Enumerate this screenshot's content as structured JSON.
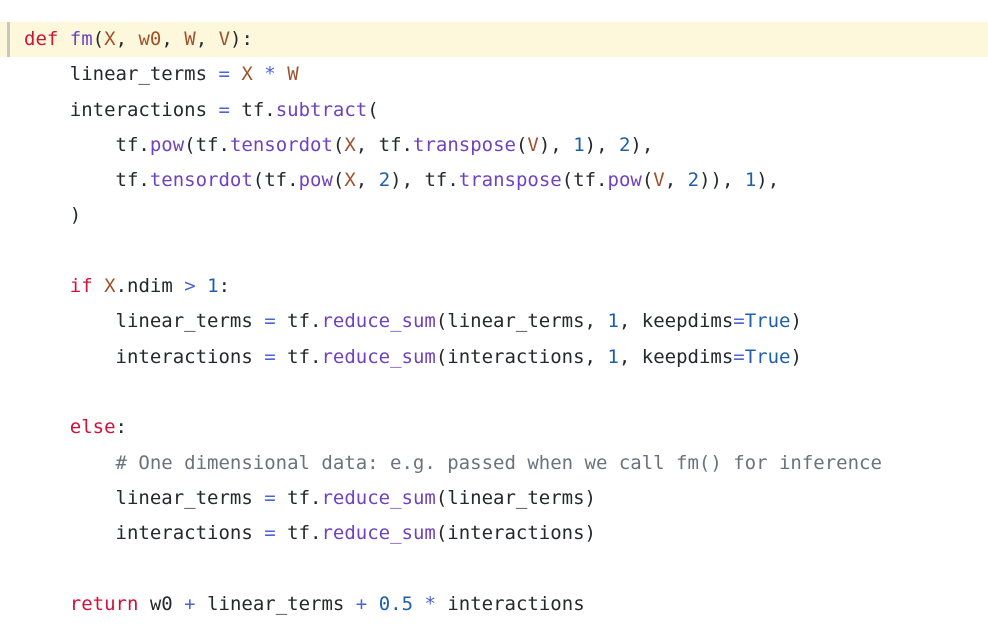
{
  "code": {
    "lines": [
      {
        "indent": "",
        "active": true,
        "tokens": [
          {
            "t": "kw",
            "v": "def"
          },
          {
            "t": "tx",
            "v": " "
          },
          {
            "t": "fn",
            "v": "fm"
          },
          {
            "t": "tx",
            "v": "("
          },
          {
            "t": "pm",
            "v": "X"
          },
          {
            "t": "tx",
            "v": ", "
          },
          {
            "t": "pm",
            "v": "w0"
          },
          {
            "t": "tx",
            "v": ", "
          },
          {
            "t": "pm",
            "v": "W"
          },
          {
            "t": "tx",
            "v": ", "
          },
          {
            "t": "pm",
            "v": "V"
          },
          {
            "t": "tx",
            "v": "):"
          }
        ]
      },
      {
        "indent": "    ",
        "tokens": [
          {
            "t": "tx",
            "v": "linear_terms "
          },
          {
            "t": "op",
            "v": "="
          },
          {
            "t": "tx",
            "v": " "
          },
          {
            "t": "pm",
            "v": "X"
          },
          {
            "t": "tx",
            "v": " "
          },
          {
            "t": "op",
            "v": "*"
          },
          {
            "t": "tx",
            "v": " "
          },
          {
            "t": "pm",
            "v": "W"
          }
        ]
      },
      {
        "indent": "    ",
        "tokens": [
          {
            "t": "tx",
            "v": "interactions "
          },
          {
            "t": "op",
            "v": "="
          },
          {
            "t": "tx",
            "v": " tf."
          },
          {
            "t": "fn",
            "v": "subtract"
          },
          {
            "t": "tx",
            "v": "("
          }
        ]
      },
      {
        "indent": "        ",
        "tokens": [
          {
            "t": "tx",
            "v": "tf."
          },
          {
            "t": "fn",
            "v": "pow"
          },
          {
            "t": "tx",
            "v": "(tf."
          },
          {
            "t": "fn",
            "v": "tensordot"
          },
          {
            "t": "tx",
            "v": "("
          },
          {
            "t": "pm",
            "v": "X"
          },
          {
            "t": "tx",
            "v": ", tf."
          },
          {
            "t": "fn",
            "v": "transpose"
          },
          {
            "t": "tx",
            "v": "("
          },
          {
            "t": "pm",
            "v": "V"
          },
          {
            "t": "tx",
            "v": "), "
          },
          {
            "t": "num",
            "v": "1"
          },
          {
            "t": "tx",
            "v": "), "
          },
          {
            "t": "num",
            "v": "2"
          },
          {
            "t": "tx",
            "v": "),"
          }
        ]
      },
      {
        "indent": "        ",
        "tokens": [
          {
            "t": "tx",
            "v": "tf."
          },
          {
            "t": "fn",
            "v": "tensordot"
          },
          {
            "t": "tx",
            "v": "(tf."
          },
          {
            "t": "fn",
            "v": "pow"
          },
          {
            "t": "tx",
            "v": "("
          },
          {
            "t": "pm",
            "v": "X"
          },
          {
            "t": "tx",
            "v": ", "
          },
          {
            "t": "num",
            "v": "2"
          },
          {
            "t": "tx",
            "v": "), tf."
          },
          {
            "t": "fn",
            "v": "transpose"
          },
          {
            "t": "tx",
            "v": "(tf."
          },
          {
            "t": "fn",
            "v": "pow"
          },
          {
            "t": "tx",
            "v": "("
          },
          {
            "t": "pm",
            "v": "V"
          },
          {
            "t": "tx",
            "v": ", "
          },
          {
            "t": "num",
            "v": "2"
          },
          {
            "t": "tx",
            "v": ")), "
          },
          {
            "t": "num",
            "v": "1"
          },
          {
            "t": "tx",
            "v": "),"
          }
        ]
      },
      {
        "indent": "    ",
        "tokens": [
          {
            "t": "tx",
            "v": ")"
          }
        ]
      },
      {
        "indent": "",
        "tokens": []
      },
      {
        "indent": "    ",
        "tokens": [
          {
            "t": "kw",
            "v": "if"
          },
          {
            "t": "tx",
            "v": " "
          },
          {
            "t": "pm",
            "v": "X"
          },
          {
            "t": "tx",
            "v": ".ndim "
          },
          {
            "t": "op",
            "v": ">"
          },
          {
            "t": "tx",
            "v": " "
          },
          {
            "t": "num",
            "v": "1"
          },
          {
            "t": "tx",
            "v": ":"
          }
        ]
      },
      {
        "indent": "        ",
        "tokens": [
          {
            "t": "tx",
            "v": "linear_terms "
          },
          {
            "t": "op",
            "v": "="
          },
          {
            "t": "tx",
            "v": " tf."
          },
          {
            "t": "fn",
            "v": "reduce_sum"
          },
          {
            "t": "tx",
            "v": "(linear_terms, "
          },
          {
            "t": "num",
            "v": "1"
          },
          {
            "t": "tx",
            "v": ", keepdims"
          },
          {
            "t": "op",
            "v": "="
          },
          {
            "t": "cst",
            "v": "True"
          },
          {
            "t": "tx",
            "v": ")"
          }
        ]
      },
      {
        "indent": "        ",
        "tokens": [
          {
            "t": "tx",
            "v": "interactions "
          },
          {
            "t": "op",
            "v": "="
          },
          {
            "t": "tx",
            "v": " tf."
          },
          {
            "t": "fn",
            "v": "reduce_sum"
          },
          {
            "t": "tx",
            "v": "(interactions, "
          },
          {
            "t": "num",
            "v": "1"
          },
          {
            "t": "tx",
            "v": ", keepdims"
          },
          {
            "t": "op",
            "v": "="
          },
          {
            "t": "cst",
            "v": "True"
          },
          {
            "t": "tx",
            "v": ")"
          }
        ]
      },
      {
        "indent": "",
        "tokens": []
      },
      {
        "indent": "    ",
        "tokens": [
          {
            "t": "kw",
            "v": "else"
          },
          {
            "t": "tx",
            "v": ":"
          }
        ]
      },
      {
        "indent": "        ",
        "tokens": [
          {
            "t": "cm",
            "v": "# One dimensional data: e.g. passed when we call fm() for inference"
          }
        ]
      },
      {
        "indent": "        ",
        "tokens": [
          {
            "t": "tx",
            "v": "linear_terms "
          },
          {
            "t": "op",
            "v": "="
          },
          {
            "t": "tx",
            "v": " tf."
          },
          {
            "t": "fn",
            "v": "reduce_sum"
          },
          {
            "t": "tx",
            "v": "(linear_terms)"
          }
        ]
      },
      {
        "indent": "        ",
        "tokens": [
          {
            "t": "tx",
            "v": "interactions "
          },
          {
            "t": "op",
            "v": "="
          },
          {
            "t": "tx",
            "v": " tf."
          },
          {
            "t": "fn",
            "v": "reduce_sum"
          },
          {
            "t": "tx",
            "v": "(interactions)"
          }
        ]
      },
      {
        "indent": "",
        "tokens": []
      },
      {
        "indent": "    ",
        "tokens": [
          {
            "t": "kw",
            "v": "return"
          },
          {
            "t": "tx",
            "v": " w0 "
          },
          {
            "t": "op",
            "v": "+"
          },
          {
            "t": "tx",
            "v": " linear_terms "
          },
          {
            "t": "op",
            "v": "+"
          },
          {
            "t": "tx",
            "v": " "
          },
          {
            "t": "num",
            "v": "0.5"
          },
          {
            "t": "tx",
            "v": " "
          },
          {
            "t": "op",
            "v": "*"
          },
          {
            "t": "tx",
            "v": " interactions"
          }
        ]
      }
    ]
  }
}
